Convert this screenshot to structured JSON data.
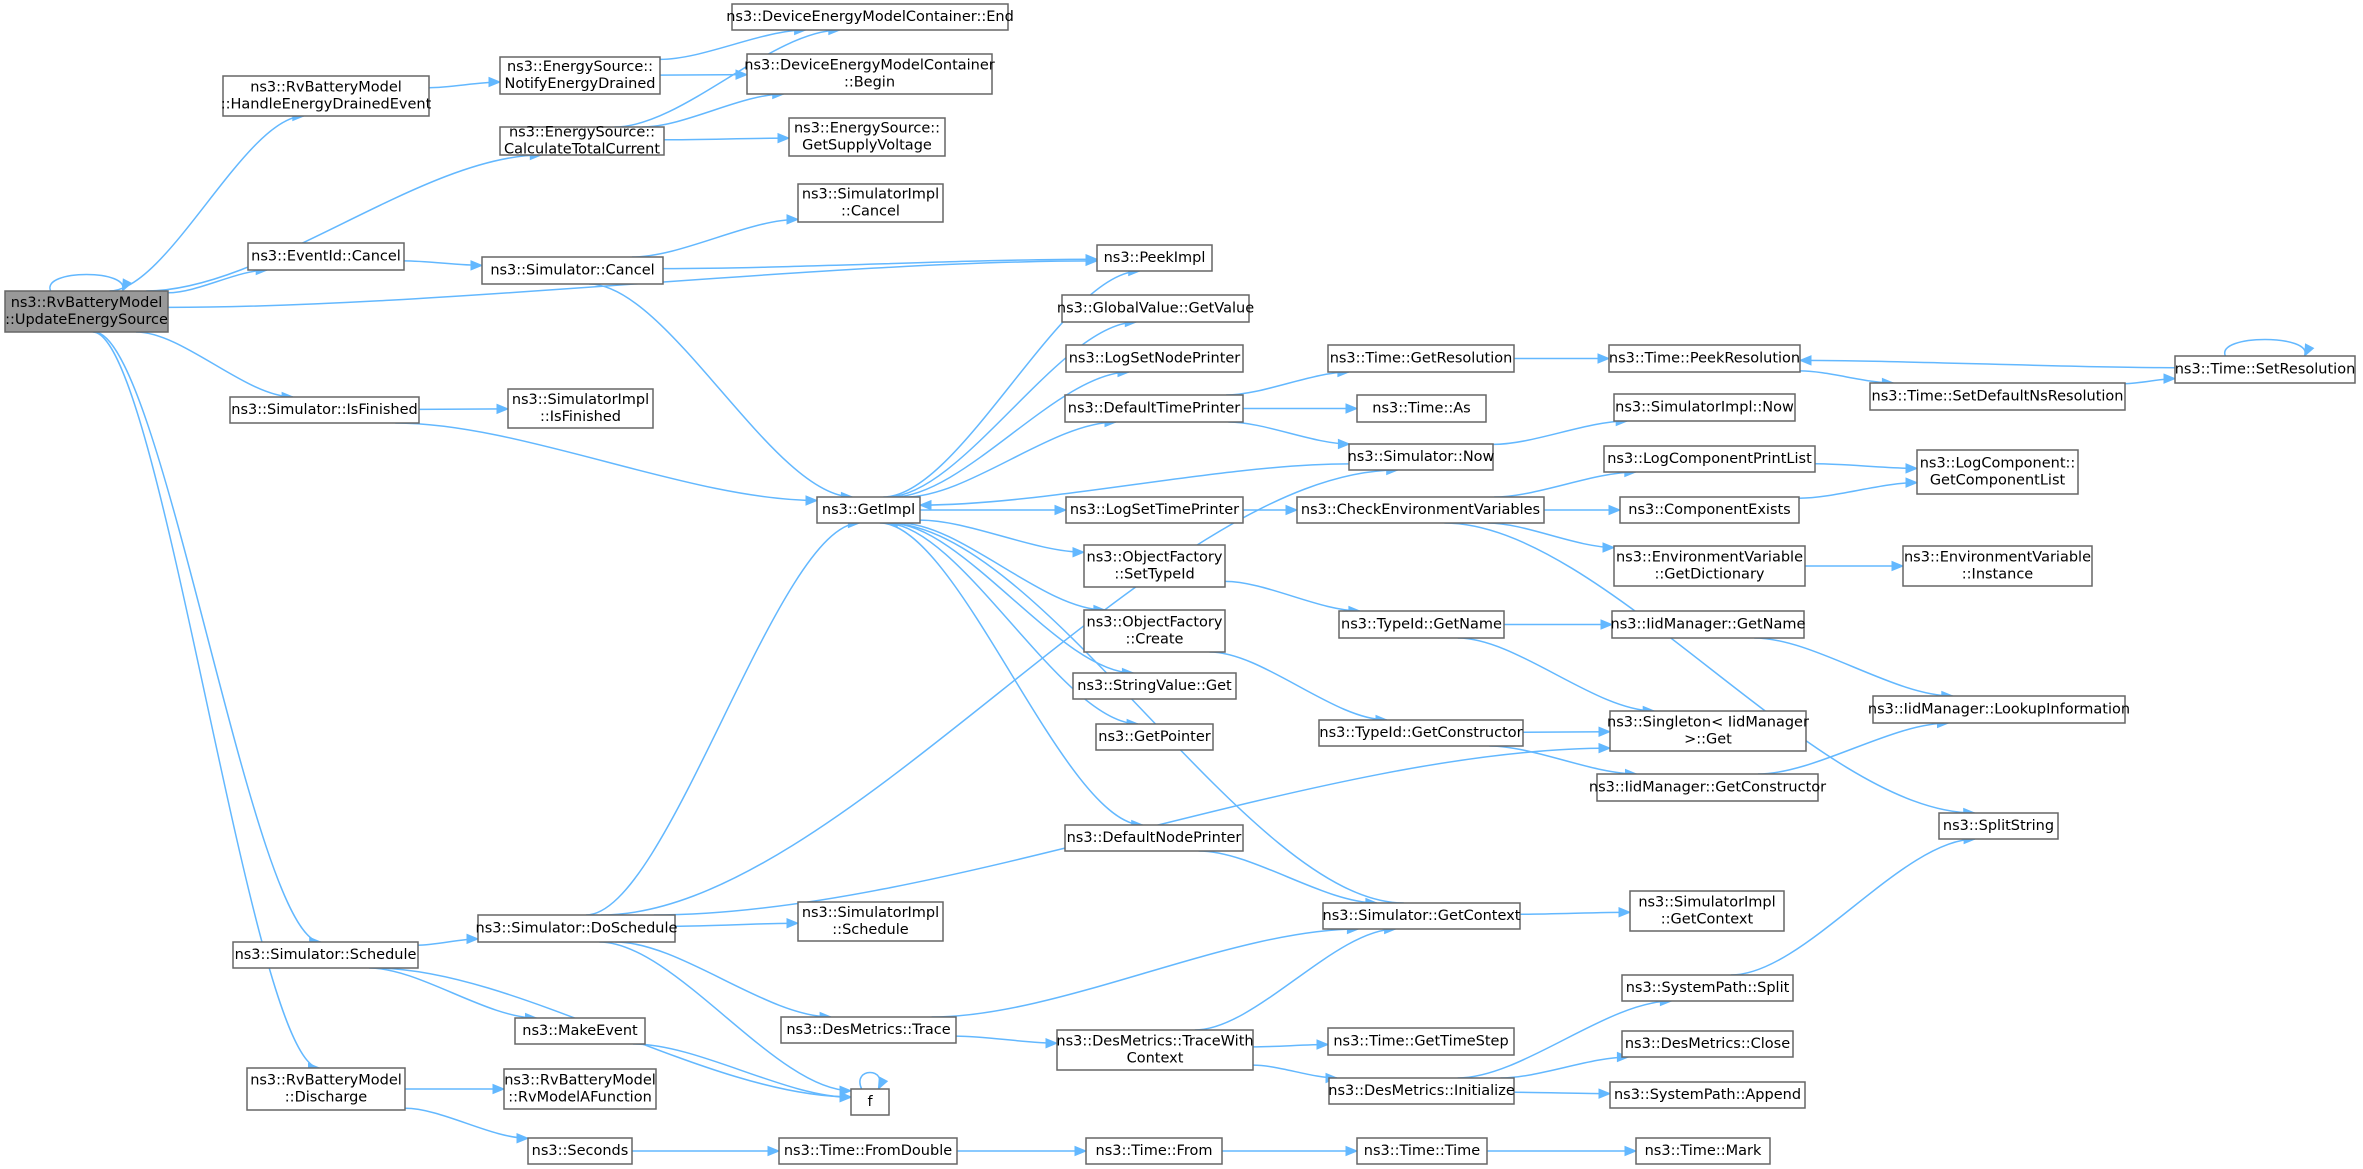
{
  "nodes": [
    {
      "id": "root",
      "lines": [
        "ns3::RvBatteryModel",
        "::UpdateEnergySource"
      ],
      "root": true
    },
    {
      "id": "handleDrained",
      "lines": [
        "ns3::RvBatteryModel",
        "::HandleEnergyDrainedEvent"
      ]
    },
    {
      "id": "calcTotal",
      "lines": [
        "ns3::EnergySource::",
        "CalculateTotalCurrent"
      ]
    },
    {
      "id": "evCancel",
      "lines": [
        "ns3::EventId::Cancel"
      ]
    },
    {
      "id": "isFinished",
      "lines": [
        "ns3::Simulator::IsFinished"
      ]
    },
    {
      "id": "schedule",
      "lines": [
        "ns3::Simulator::Schedule"
      ]
    },
    {
      "id": "discharge",
      "lines": [
        "ns3::RvBatteryModel",
        "::Discharge"
      ]
    },
    {
      "id": "notifyDrained",
      "lines": [
        "ns3::EnergySource::",
        "NotifyEnergyDrained"
      ]
    },
    {
      "id": "simCancel",
      "lines": [
        "ns3::Simulator::Cancel"
      ]
    },
    {
      "id": "implIsFinished",
      "lines": [
        "ns3::SimulatorImpl",
        "::IsFinished"
      ]
    },
    {
      "id": "doSchedule",
      "lines": [
        "ns3::Simulator::DoSchedule"
      ]
    },
    {
      "id": "makeEvent",
      "lines": [
        "ns3::MakeEvent"
      ]
    },
    {
      "id": "rvModelA",
      "lines": [
        "ns3::RvBatteryModel",
        "::RvModelAFunction"
      ]
    },
    {
      "id": "seconds",
      "lines": [
        "ns3::Seconds"
      ]
    },
    {
      "id": "dcEnd",
      "lines": [
        "ns3::DeviceEnergyModelContainer::End"
      ]
    },
    {
      "id": "dcBegin",
      "lines": [
        "ns3::DeviceEnergyModelContainer",
        "::Begin"
      ]
    },
    {
      "id": "supplyV",
      "lines": [
        "ns3::EnergySource::",
        "GetSupplyVoltage"
      ]
    },
    {
      "id": "implCancel",
      "lines": [
        "ns3::SimulatorImpl",
        "::Cancel"
      ]
    },
    {
      "id": "getImpl",
      "lines": [
        "ns3::GetImpl"
      ]
    },
    {
      "id": "implSchedule",
      "lines": [
        "ns3::SimulatorImpl",
        "::Schedule"
      ]
    },
    {
      "id": "desTrace",
      "lines": [
        "ns3::DesMetrics::Trace"
      ]
    },
    {
      "id": "f",
      "lines": [
        "f"
      ]
    },
    {
      "id": "fromDouble",
      "lines": [
        "ns3::Time::FromDouble"
      ]
    },
    {
      "id": "peekImpl",
      "lines": [
        "ns3::PeekImpl"
      ]
    },
    {
      "id": "gvGetValue",
      "lines": [
        "ns3::GlobalValue::GetValue"
      ]
    },
    {
      "id": "logSetNode",
      "lines": [
        "ns3::LogSetNodePrinter"
      ]
    },
    {
      "id": "defTimePrinter",
      "lines": [
        "ns3::DefaultTimePrinter"
      ]
    },
    {
      "id": "logSetTime",
      "lines": [
        "ns3::LogSetTimePrinter"
      ]
    },
    {
      "id": "ofSetTypeId",
      "lines": [
        "ns3::ObjectFactory",
        "::SetTypeId"
      ]
    },
    {
      "id": "ofCreate",
      "lines": [
        "ns3::ObjectFactory",
        "::Create"
      ]
    },
    {
      "id": "svGet",
      "lines": [
        "ns3::StringValue::Get"
      ]
    },
    {
      "id": "getPointer",
      "lines": [
        "ns3::GetPointer"
      ]
    },
    {
      "id": "defNodePrinter",
      "lines": [
        "ns3::DefaultNodePrinter"
      ]
    },
    {
      "id": "traceWithCtx",
      "lines": [
        "ns3::DesMetrics::TraceWith",
        "Context"
      ]
    },
    {
      "id": "timeFrom",
      "lines": [
        "ns3::Time::From"
      ]
    },
    {
      "id": "getResolution",
      "lines": [
        "ns3::Time::GetResolution"
      ]
    },
    {
      "id": "timeAs",
      "lines": [
        "ns3::Time::As"
      ]
    },
    {
      "id": "simNow",
      "lines": [
        "ns3::Simulator::Now"
      ]
    },
    {
      "id": "checkEnv",
      "lines": [
        "ns3::CheckEnvironmentVariables"
      ]
    },
    {
      "id": "tidGetName",
      "lines": [
        "ns3::TypeId::GetName"
      ]
    },
    {
      "id": "tidGetCtor",
      "lines": [
        "ns3::TypeId::GetConstructor"
      ]
    },
    {
      "id": "simGetContext",
      "lines": [
        "ns3::Simulator::GetContext"
      ]
    },
    {
      "id": "getTimeStep",
      "lines": [
        "ns3::Time::GetTimeStep"
      ]
    },
    {
      "id": "desInit",
      "lines": [
        "ns3::DesMetrics::Initialize"
      ]
    },
    {
      "id": "timeTime",
      "lines": [
        "ns3::Time::Time"
      ]
    },
    {
      "id": "peekRes",
      "lines": [
        "ns3::Time::PeekResolution"
      ]
    },
    {
      "id": "implNow",
      "lines": [
        "ns3::SimulatorImpl::Now"
      ]
    },
    {
      "id": "logCompPrint",
      "lines": [
        "ns3::LogComponentPrintList"
      ]
    },
    {
      "id": "compExists",
      "lines": [
        "ns3::ComponentExists"
      ]
    },
    {
      "id": "envGetDict",
      "lines": [
        "ns3::EnvironmentVariable",
        "::GetDictionary"
      ]
    },
    {
      "id": "iidGetName",
      "lines": [
        "ns3::IidManager::GetName"
      ]
    },
    {
      "id": "singletonGet",
      "lines": [
        "ns3::Singleton< IidManager",
        ">::Get"
      ]
    },
    {
      "id": "iidGetCtor",
      "lines": [
        "ns3::IidManager::GetConstructor"
      ]
    },
    {
      "id": "implGetContext",
      "lines": [
        "ns3::SimulatorImpl",
        "::GetContext"
      ]
    },
    {
      "id": "spSplit",
      "lines": [
        "ns3::SystemPath::Split"
      ]
    },
    {
      "id": "desClose",
      "lines": [
        "ns3::DesMetrics::Close"
      ]
    },
    {
      "id": "spAppend",
      "lines": [
        "ns3::SystemPath::Append"
      ]
    },
    {
      "id": "timeMark",
      "lines": [
        "ns3::Time::Mark"
      ]
    },
    {
      "id": "setDefNs",
      "lines": [
        "ns3::Time::SetDefaultNsResolution"
      ]
    },
    {
      "id": "logCompGetList",
      "lines": [
        "ns3::LogComponent::",
        "GetComponentList"
      ]
    },
    {
      "id": "envInstance",
      "lines": [
        "ns3::EnvironmentVariable",
        "::Instance"
      ]
    },
    {
      "id": "iidLookup",
      "lines": [
        "ns3::IidManager::LookupInformation"
      ]
    },
    {
      "id": "splitString",
      "lines": [
        "ns3::SplitString"
      ]
    },
    {
      "id": "setRes",
      "lines": [
        "ns3::Time::SetResolution"
      ]
    }
  ],
  "edges": [
    [
      "root",
      "root"
    ],
    [
      "root",
      "handleDrained"
    ],
    [
      "root",
      "calcTotal"
    ],
    [
      "root",
      "evCancel"
    ],
    [
      "root",
      "peekImpl"
    ],
    [
      "root",
      "isFinished"
    ],
    [
      "root",
      "schedule"
    ],
    [
      "root",
      "discharge"
    ],
    [
      "handleDrained",
      "notifyDrained"
    ],
    [
      "notifyDrained",
      "dcEnd"
    ],
    [
      "notifyDrained",
      "dcBegin"
    ],
    [
      "calcTotal",
      "dcEnd"
    ],
    [
      "calcTotal",
      "dcBegin"
    ],
    [
      "calcTotal",
      "supplyV"
    ],
    [
      "evCancel",
      "simCancel"
    ],
    [
      "simCancel",
      "implCancel"
    ],
    [
      "simCancel",
      "peekImpl"
    ],
    [
      "simCancel",
      "getImpl"
    ],
    [
      "isFinished",
      "implIsFinished"
    ],
    [
      "isFinished",
      "getImpl"
    ],
    [
      "schedule",
      "doSchedule"
    ],
    [
      "schedule",
      "makeEvent"
    ],
    [
      "schedule",
      "f"
    ],
    [
      "doSchedule",
      "getImpl"
    ],
    [
      "doSchedule",
      "simNow"
    ],
    [
      "doSchedule",
      "implSchedule"
    ],
    [
      "doSchedule",
      "desTrace"
    ],
    [
      "doSchedule",
      "singletonGet"
    ],
    [
      "doSchedule",
      "f"
    ],
    [
      "makeEvent",
      "f"
    ],
    [
      "f",
      "f"
    ],
    [
      "discharge",
      "rvModelA"
    ],
    [
      "discharge",
      "seconds"
    ],
    [
      "seconds",
      "fromDouble"
    ],
    [
      "fromDouble",
      "timeFrom"
    ],
    [
      "timeFrom",
      "timeTime"
    ],
    [
      "timeTime",
      "timeMark"
    ],
    [
      "getImpl",
      "peekImpl"
    ],
    [
      "getImpl",
      "gvGetValue"
    ],
    [
      "getImpl",
      "logSetNode"
    ],
    [
      "getImpl",
      "defTimePrinter"
    ],
    [
      "getImpl",
      "logSetTime"
    ],
    [
      "getImpl",
      "ofSetTypeId"
    ],
    [
      "getImpl",
      "ofCreate"
    ],
    [
      "getImpl",
      "svGet"
    ],
    [
      "getImpl",
      "getPointer"
    ],
    [
      "getImpl",
      "defNodePrinter"
    ],
    [
      "defTimePrinter",
      "getResolution"
    ],
    [
      "defTimePrinter",
      "timeAs"
    ],
    [
      "defTimePrinter",
      "simNow"
    ],
    [
      "simNow",
      "getImpl"
    ],
    [
      "simNow",
      "implNow"
    ],
    [
      "logSetTime",
      "checkEnv"
    ],
    [
      "checkEnv",
      "logCompPrint"
    ],
    [
      "checkEnv",
      "compExists"
    ],
    [
      "checkEnv",
      "envGetDict"
    ],
    [
      "checkEnv",
      "splitString"
    ],
    [
      "logCompPrint",
      "logCompGetList"
    ],
    [
      "compExists",
      "logCompGetList"
    ],
    [
      "envGetDict",
      "envInstance"
    ],
    [
      "ofSetTypeId",
      "tidGetName"
    ],
    [
      "ofCreate",
      "tidGetCtor"
    ],
    [
      "tidGetName",
      "iidGetName"
    ],
    [
      "tidGetName",
      "singletonGet"
    ],
    [
      "tidGetCtor",
      "singletonGet"
    ],
    [
      "tidGetCtor",
      "iidGetCtor"
    ],
    [
      "iidGetName",
      "iidLookup"
    ],
    [
      "iidGetCtor",
      "iidLookup"
    ],
    [
      "defNodePrinter",
      "simGetContext"
    ],
    [
      "simGetContext",
      "getImpl"
    ],
    [
      "simGetContext",
      "implGetContext"
    ],
    [
      "desTrace",
      "simGetContext"
    ],
    [
      "desTrace",
      "traceWithCtx"
    ],
    [
      "traceWithCtx",
      "simGetContext"
    ],
    [
      "traceWithCtx",
      "getTimeStep"
    ],
    [
      "traceWithCtx",
      "desInit"
    ],
    [
      "desInit",
      "spSplit"
    ],
    [
      "desInit",
      "desClose"
    ],
    [
      "desInit",
      "spAppend"
    ],
    [
      "spSplit",
      "splitString"
    ],
    [
      "getResolution",
      "peekRes"
    ],
    [
      "peekRes",
      "setDefNs"
    ],
    [
      "setDefNs",
      "setRes"
    ],
    [
      "setRes",
      "peekRes"
    ],
    [
      "setRes",
      "setRes"
    ]
  ]
}
